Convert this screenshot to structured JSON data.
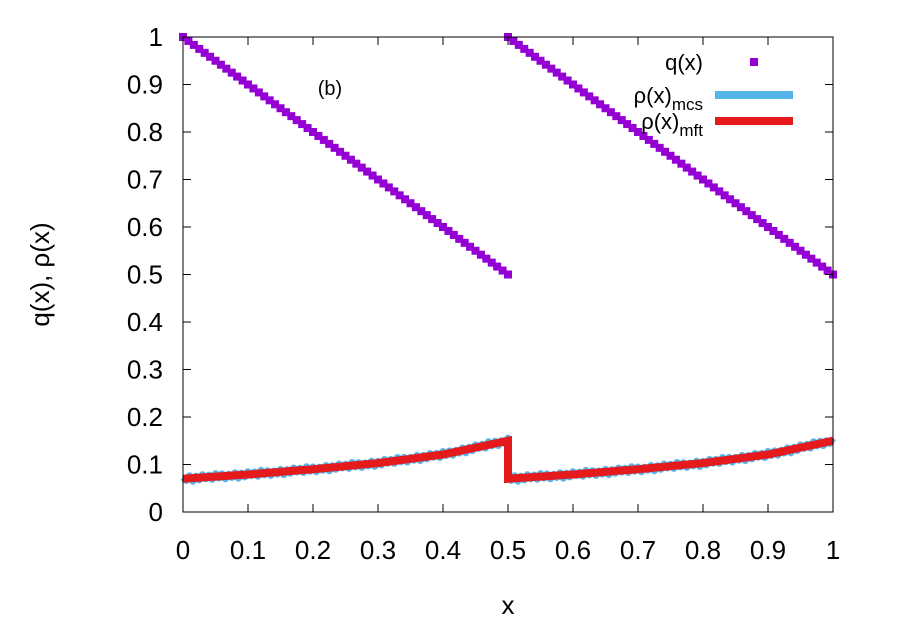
{
  "chart_data": {
    "type": "line",
    "xlabel": "x",
    "ylabel": "q(x), ρ(x)",
    "annotation": "(b)",
    "xlim": [
      0,
      1
    ],
    "ylim": [
      0,
      1
    ],
    "xticks": [
      "0",
      "0.1",
      "0.2",
      "0.3",
      "0.4",
      "0.5",
      "0.6",
      "0.7",
      "0.8",
      "0.9",
      "1"
    ],
    "yticks": [
      "0",
      "0.1",
      "0.2",
      "0.3",
      "0.4",
      "0.5",
      "0.6",
      "0.7",
      "0.8",
      "0.9",
      "1"
    ],
    "legend_position": "top-right",
    "series": [
      {
        "name": "q(x)",
        "legend_base": "q(x)",
        "legend_sub": "",
        "style": "points",
        "color": "#9400D3",
        "segments": [
          {
            "x": [
              0,
              0.5
            ],
            "y": [
              1.0,
              0.5
            ]
          },
          {
            "x": [
              0.5,
              1.0
            ],
            "y": [
              1.0,
              0.5
            ]
          }
        ]
      },
      {
        "name": "ρ(x)mcs",
        "legend_base": "ρ(x)",
        "legend_sub": "mcs",
        "style": "noisy-line",
        "color": "#56B4E9",
        "segments": [
          {
            "x": [
              0,
              0.1,
              0.2,
              0.3,
              0.4,
              0.5
            ],
            "y": [
              0.07,
              0.079,
              0.09,
              0.103,
              0.121,
              0.15
            ]
          },
          {
            "x": [
              0.5,
              0.6,
              0.7,
              0.8,
              0.9,
              1.0
            ],
            "y": [
              0.07,
              0.079,
              0.09,
              0.103,
              0.121,
              0.15
            ]
          }
        ]
      },
      {
        "name": "ρ(x)mft",
        "legend_base": "ρ(x)",
        "legend_sub": "mft",
        "style": "line",
        "color": "#E41A1C",
        "segments": [
          {
            "x": [
              0,
              0.1,
              0.2,
              0.3,
              0.4,
              0.5
            ],
            "y": [
              0.07,
              0.079,
              0.09,
              0.103,
              0.121,
              0.15
            ]
          },
          {
            "x": [
              0.5,
              0.6,
              0.7,
              0.8,
              0.9,
              1.0
            ],
            "y": [
              0.07,
              0.079,
              0.09,
              0.103,
              0.121,
              0.15
            ]
          }
        ]
      }
    ]
  }
}
